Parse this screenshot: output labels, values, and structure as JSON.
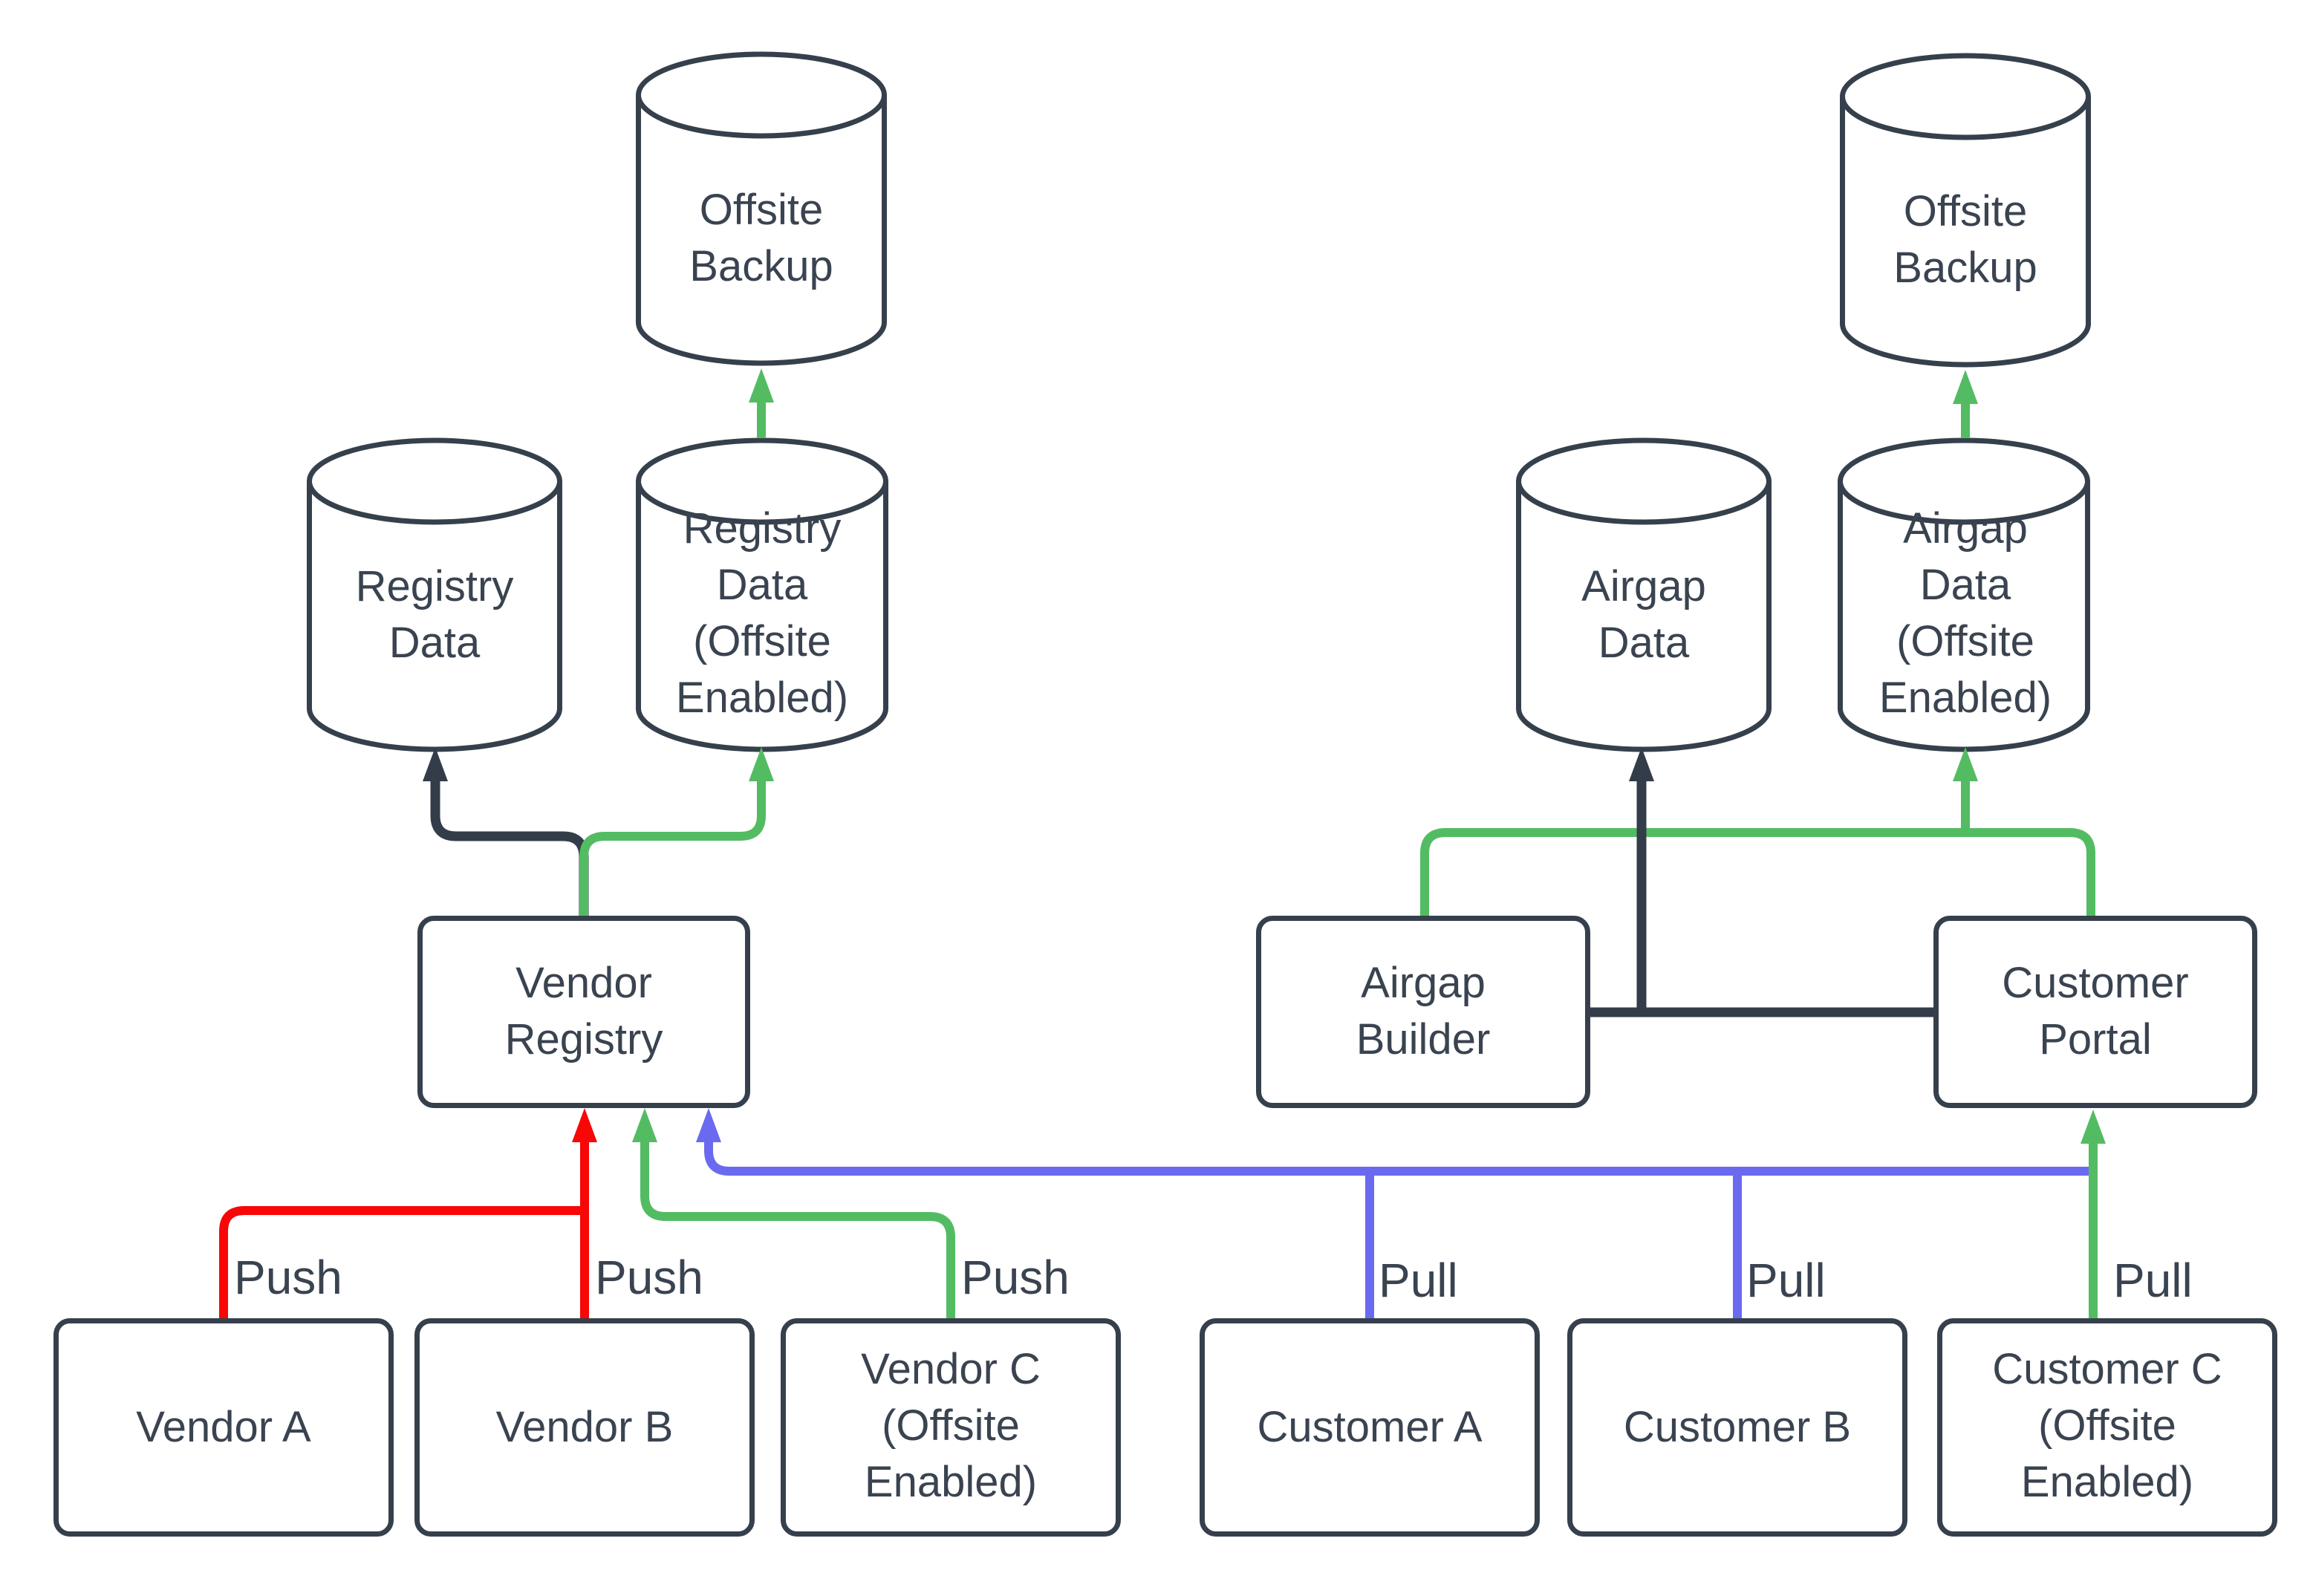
{
  "colors": {
    "stroke": "#36404C",
    "edge_dark": "#333D49",
    "text": "#3A4350",
    "red": "#F90606",
    "green": "#53BC62",
    "blue": "#6A6AF0"
  },
  "nodes": {
    "offsite_backup_left": "Offsite\nBackup",
    "registry_data": "Registry\nData",
    "registry_data_offsite": "Registry\nData\n(Offsite\nEnabled)",
    "vendor_registry": "Vendor\nRegistry",
    "vendor_a": "Vendor A",
    "vendor_b": "Vendor B",
    "vendor_c": "Vendor C\n(Offsite\nEnabled)",
    "offsite_backup_right": "Offsite\nBackup",
    "airgap_data": "Airgap\nData",
    "airgap_data_offsite": "Airgap\nData\n(Offsite\nEnabled)",
    "airgap_builder": "Airgap\nBuilder",
    "customer_portal": "Customer\nPortal",
    "customer_a": "Customer A",
    "customer_b": "Customer B",
    "customer_c": "Customer C\n(Offsite\nEnabled)"
  },
  "edge_labels": {
    "push_a": "Push",
    "push_b": "Push",
    "push_c": "Push",
    "pull_a": "Pull",
    "pull_b": "Pull",
    "pull_c": "Pull"
  }
}
